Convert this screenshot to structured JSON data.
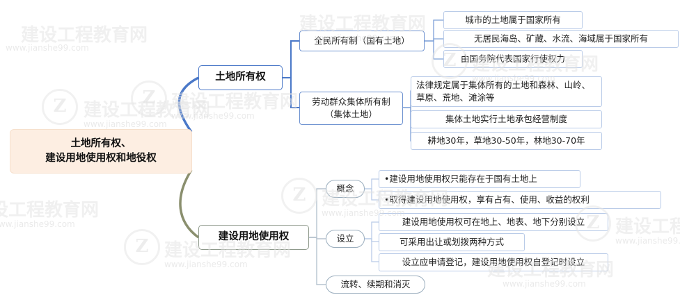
{
  "diagram": {
    "type": "mindmap",
    "root": {
      "label": "土地所有权、\n建设用地使用权和地役权"
    },
    "branches": [
      {
        "id": "branch-land-ownership",
        "label": "土地所有权",
        "color": "#4a78c8",
        "children": [
          {
            "id": "node-state-ownership",
            "label": "全民所有制（国有土地）",
            "items": [
              "城市的土地属于国家所有",
              "无居民海岛、矿藏、水流、海域属于国家所有",
              "由国务院代表国家行使权力"
            ]
          },
          {
            "id": "node-collective-ownership",
            "label": "劳动群众集体所有制（集体土地）",
            "items": [
              "法律规定属于集体所有的土地和森林、山岭、草原、荒地、滩涂等",
              "集体土地实行土地承包经营制度",
              "耕地30年，草地30-50年，林地30-70年"
            ]
          }
        ]
      },
      {
        "id": "branch-construction-land",
        "label": "建设用地使用权",
        "color": "#8a8f6e",
        "children": [
          {
            "id": "node-concept",
            "label": "概念",
            "items": [
              "•建设用地使用权只能存在于国有土地上",
              "•取得建设用地使用权，享有占有、使用、收益的权利"
            ]
          },
          {
            "id": "node-establish",
            "label": "设立",
            "items": [
              "建设用地使用权可在地上、地表、地下分别设立",
              "可采用出让或划拨两种方式",
              "设立应申请登记，建设用地使用权自登记时设立"
            ]
          },
          {
            "id": "node-transfer",
            "label": "流转、续期和消灭",
            "items": []
          }
        ]
      }
    ]
  },
  "watermarks": {
    "site_text": "www.jianshe99.com",
    "brand_text": "建设工程教育网",
    "logo_glyph": "Z"
  }
}
